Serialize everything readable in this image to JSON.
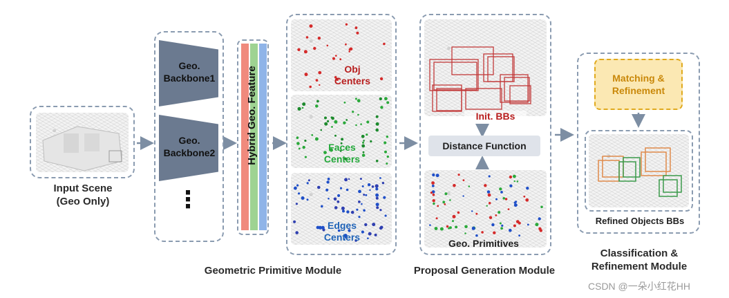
{
  "input": {
    "title_line1": "Input Scene",
    "title_line2": "(Geo Only)"
  },
  "backbones": {
    "b1_line1": "Geo.",
    "b1_line2": "Backbone1",
    "b2_line1": "Geo.",
    "b2_line2": "Backbone2",
    "ellipsis": "⋮"
  },
  "hybrid": {
    "label": "Hybrid Geo. Feature",
    "colors": [
      "#f08a7d",
      "#9ed392",
      "#8fb4e8"
    ]
  },
  "geometric": {
    "caption": "Geometric Primitive Module",
    "obj_line1": "Obj",
    "obj_line2": "Centers",
    "obj_color": "#b81e1e",
    "faces_line1": "Faces",
    "faces_line2": "Centers",
    "faces_color": "#23a83a",
    "edges_line1": "Edges",
    "edges_line2": "Centers",
    "edges_color": "#1f63b8"
  },
  "proposal": {
    "caption": "Proposal Generation Module",
    "init_bbs": "Init. BBs",
    "init_color": "#b81e1e",
    "distance_fn": "Distance Function",
    "geo_primitives": "Geo. Primitives"
  },
  "classification": {
    "caption_line1": "Classification &",
    "caption_line2": "Refinement Module",
    "matching_line1": "Matching &",
    "matching_line2": "Refinement",
    "refined": "Refined Objects BBs"
  },
  "watermark": "CSDN @一朵小红花HH",
  "colors": {
    "arrow": "#7d8ea3",
    "box_border": "#8a9bb0"
  }
}
